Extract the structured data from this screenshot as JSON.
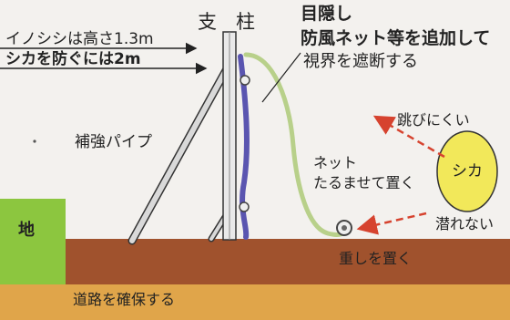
{
  "labels": {
    "post": "支　柱",
    "screen_title": "目隠し",
    "screen_desc_1": "防風ネット等を追加して",
    "screen_desc_2": "視界を遮断する",
    "boar_height": "イノシシは高さ1.3m",
    "deer_height": "シカを防ぐには2m",
    "brace_pipe": "補強パイプ",
    "net_slack_1": "ネット",
    "net_slack_2": "たるませて置く",
    "hard_to_jump": "跳びにくい",
    "deer": "シカ",
    "cannot_crawl": "潜れない",
    "weight": "重しを置く",
    "ground": "地",
    "road": "道路を確保する"
  },
  "colors": {
    "background": "#f3f1ee",
    "soil": "#a0522d",
    "road": "#e0a54a",
    "grass_block": "#8cc63f",
    "deer_circle": "#f2e85a",
    "net_green": "#b8d08a",
    "net_blue": "#5a55b0",
    "arrow_red": "#d6432f"
  }
}
